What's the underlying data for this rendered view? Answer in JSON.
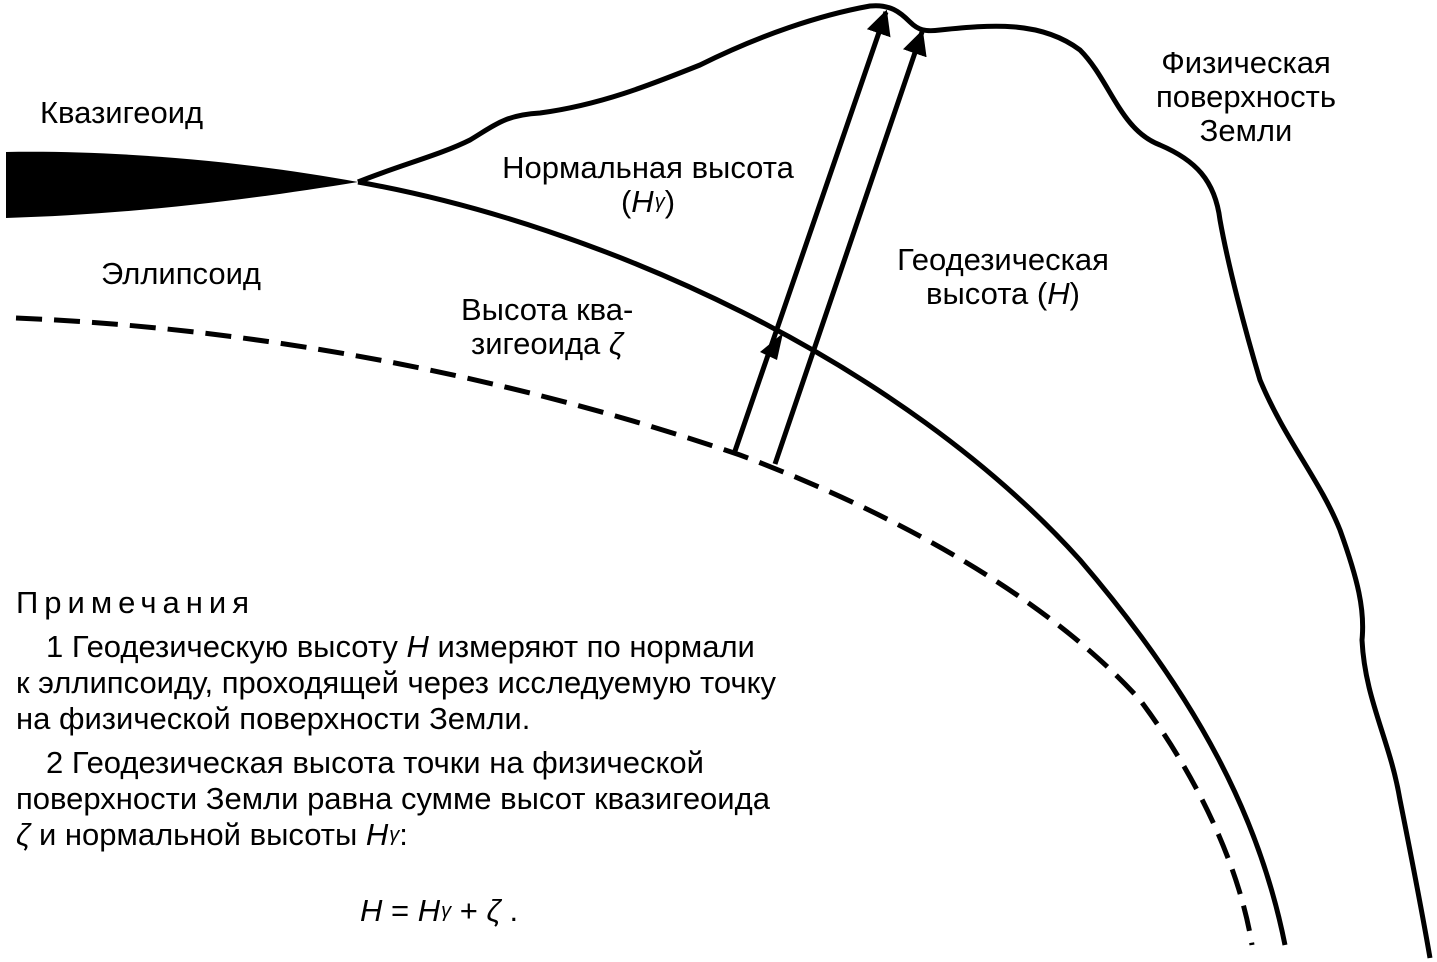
{
  "labels": {
    "quasigeoid": "Квазигеоид",
    "ellipsoid": "Эллипсоид",
    "surface_line1": "Физическая",
    "surface_line2": "поверхность",
    "surface_line3": "Земли",
    "normal_height_line1": "Нормальная высота",
    "normal_height_open": "(",
    "normal_height_symbol": "H",
    "normal_height_sup": "γ",
    "normal_height_close": ")",
    "geodetic_line1": "Геодезическая",
    "geodetic_line2_prefix": "высота (",
    "geodetic_symbol": "H",
    "geodetic_close": ")",
    "quasi_height_line1": "Высота ква-",
    "quasi_height_line2": "зигеоида ",
    "quasi_height_symbol": "ζ"
  },
  "notes": {
    "title": "Примечания",
    "note1_a": "1 Геодезическую высоту ",
    "note1_sym": "H",
    "note1_b": " измеряют по нормали",
    "note1_line2": "к эллипсоиду, проходящей через исследуемую точку",
    "note1_line3": "на физической поверхности Земли.",
    "note2_line1": "2 Геодезическая высота точки на физической",
    "note2_line2": "поверхности Земли равна сумме высот квазигеоида",
    "note2_zeta": "ζ",
    "note2_mid": " и нормальной высоты ",
    "note2_H": "H",
    "note2_sup": "γ",
    "note2_end": ":"
  },
  "formula": {
    "lhs": "H",
    "eq": " = ",
    "H": "H",
    "sup": "γ",
    "plus": " + ",
    "zeta": "ζ",
    "end": " ."
  }
}
